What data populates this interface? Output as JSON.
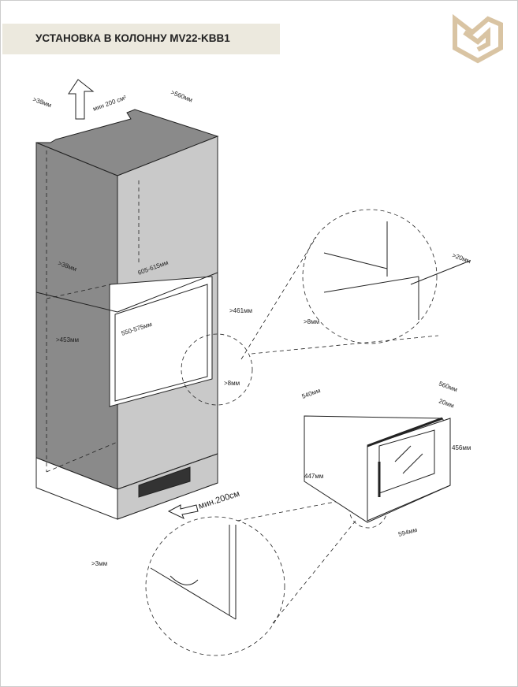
{
  "header": {
    "title": "УСТАНОВКА В КОЛОННУ MV22-KBB1",
    "logo_color": "#d9c4a3"
  },
  "column": {
    "top_gap": ">38мм",
    "vent_area": "мин 200 см²",
    "depth": ">560мм",
    "side_gap": ">38мм",
    "niche_width": "605-615мм",
    "niche_height": ">461мм",
    "inner_width": "550-575мм",
    "inner_height": ">453мм",
    "bottom_gap": ">8мм",
    "bottom_vent": "мин.200см"
  },
  "detail_top": {
    "gap_right": ">20мм",
    "gap_bottom": ">8мм"
  },
  "detail_bottom": {
    "gap": ">3мм"
  },
  "appliance": {
    "depth": "540мм",
    "total_depth": "560мм",
    "door": "20мм",
    "height": "456мм",
    "body_height": "447мм",
    "width": "594мм"
  }
}
